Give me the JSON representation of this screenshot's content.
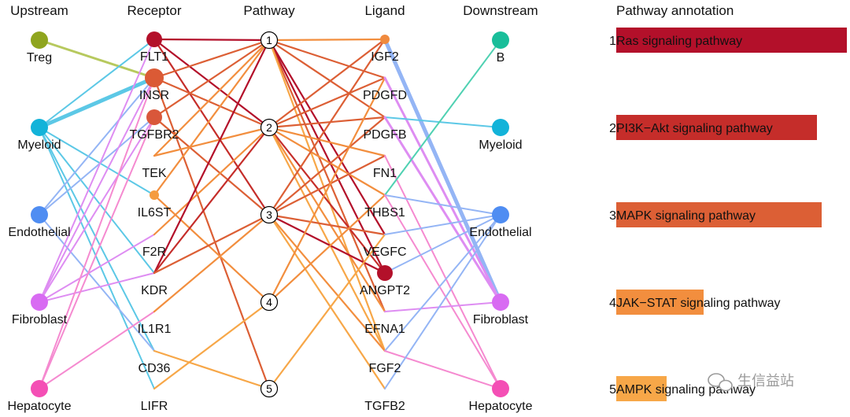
{
  "headers": {
    "upstream": "Upstream",
    "receptor": "Receptor",
    "pathway": "Pathway",
    "ligand": "Ligand",
    "downstream": "Downstream",
    "annotation": "Pathway annotation"
  },
  "upstream": [
    {
      "id": "Treg",
      "label": "Treg",
      "color": "#8FA51E"
    },
    {
      "id": "Myeloid",
      "label": "Myeloid",
      "color": "#13B3D9"
    },
    {
      "id": "Endothelial",
      "label": "Endothelial",
      "color": "#4F8DF2"
    },
    {
      "id": "Fibroblast",
      "label": "Fibroblast",
      "color": "#D86BF2"
    },
    {
      "id": "Hepatocyte",
      "label": "Hepatocyte",
      "color": "#F44FB5"
    }
  ],
  "receptors": [
    {
      "id": "FLT1",
      "label": "FLT1",
      "color": "#B3102A",
      "size": "medium"
    },
    {
      "id": "INSR",
      "label": "INSR",
      "color": "#DB5A35",
      "size": "large"
    },
    {
      "id": "TGFBR2",
      "label": "TGFBR2",
      "color": "#D9573A",
      "size": "medium"
    },
    {
      "id": "TEK",
      "label": "TEK",
      "color": "",
      "size": "none"
    },
    {
      "id": "IL6ST",
      "label": "IL6ST",
      "color": "#F59B3F",
      "size": "small"
    },
    {
      "id": "F2R",
      "label": "F2R",
      "color": "",
      "size": "none"
    },
    {
      "id": "KDR",
      "label": "KDR",
      "color": "",
      "size": "none"
    },
    {
      "id": "IL1R1",
      "label": "IL1R1",
      "color": "",
      "size": "none"
    },
    {
      "id": "CD36",
      "label": "CD36",
      "color": "",
      "size": "none"
    },
    {
      "id": "LIFR",
      "label": "LIFR",
      "color": "",
      "size": "none"
    }
  ],
  "pathways": [
    {
      "id": "1",
      "label": "1"
    },
    {
      "id": "2",
      "label": "2"
    },
    {
      "id": "3",
      "label": "3"
    },
    {
      "id": "4",
      "label": "4"
    },
    {
      "id": "5",
      "label": "5"
    }
  ],
  "ligands": [
    {
      "id": "IGF2",
      "label": "IGF2",
      "color": "#F08A3E",
      "size": "small"
    },
    {
      "id": "PDGFD",
      "label": "PDGFD",
      "color": "",
      "size": "none"
    },
    {
      "id": "PDGFB",
      "label": "PDGFB",
      "color": "",
      "size": "none"
    },
    {
      "id": "FN1",
      "label": "FN1",
      "color": "",
      "size": "none"
    },
    {
      "id": "THBS1",
      "label": "THBS1",
      "color": "",
      "size": "none"
    },
    {
      "id": "VEGFC",
      "label": "VEGFC",
      "color": "",
      "size": "none"
    },
    {
      "id": "ANGPT2",
      "label": "ANGPT2",
      "color": "#B3102A",
      "size": "medium"
    },
    {
      "id": "EFNA1",
      "label": "EFNA1",
      "color": "",
      "size": "none"
    },
    {
      "id": "FGF2",
      "label": "FGF2",
      "color": "",
      "size": "none"
    },
    {
      "id": "TGFB2",
      "label": "TGFB2",
      "color": "",
      "size": "none"
    }
  ],
  "downstream": [
    {
      "id": "B",
      "label": "B",
      "color": "#19BE9A"
    },
    {
      "id": "Myeloid",
      "label": "Myeloid",
      "color": "#13B3D9"
    },
    {
      "id": "Endothelial",
      "label": "Endothelial",
      "color": "#4F8DF2"
    },
    {
      "id": "Fibroblast",
      "label": "Fibroblast",
      "color": "#D86BF2"
    },
    {
      "id": "Hepatocyte",
      "label": "Hepatocyte",
      "color": "#F44FB5"
    }
  ],
  "annotations": [
    {
      "num": "1",
      "text": "Ras signaling pathway",
      "color": "#B3102A",
      "fraction": 1.0
    },
    {
      "num": "2",
      "text": "PI3K−Akt signaling pathway",
      "color": "#C52D2A",
      "fraction": 0.87
    },
    {
      "num": "3",
      "text": "MAPK signaling pathway",
      "color": "#DC5F35",
      "fraction": 0.89
    },
    {
      "num": "4",
      "text": "JAK−STAT signaling pathway",
      "color": "#F28E3E",
      "fraction": 0.38
    },
    {
      "num": "5",
      "text": "AMPK signaling pathway",
      "color": "#F7A748",
      "fraction": 0.22
    }
  ],
  "up_edges": [
    {
      "from": "Treg",
      "to": "INSR",
      "color": "#B7C95E",
      "width": 3
    },
    {
      "from": "Myeloid",
      "to": "FLT1",
      "color": "#5CC8E6",
      "width": 2
    },
    {
      "from": "Myeloid",
      "to": "INSR",
      "color": "#5CC8E6",
      "width": 5
    },
    {
      "from": "Myeloid",
      "to": "IL6ST",
      "color": "#5CC8E6",
      "width": 2
    },
    {
      "from": "Myeloid",
      "to": "KDR",
      "color": "#5CC8E6",
      "width": 2
    },
    {
      "from": "Myeloid",
      "to": "CD36",
      "color": "#5CC8E6",
      "width": 2
    },
    {
      "from": "Myeloid",
      "to": "LIFR",
      "color": "#5CC8E6",
      "width": 2
    },
    {
      "from": "Endothelial",
      "to": "INSR",
      "color": "#94B5F5",
      "width": 2
    },
    {
      "from": "Endothelial",
      "to": "TGFBR2",
      "color": "#94B5F5",
      "width": 2
    },
    {
      "from": "Endothelial",
      "to": "CD36",
      "color": "#94B5F5",
      "width": 2
    },
    {
      "from": "Fibroblast",
      "to": "FLT1",
      "color": "#DE8DF2",
      "width": 2
    },
    {
      "from": "Fibroblast",
      "to": "INSR",
      "color": "#DE8DF2",
      "width": 2
    },
    {
      "from": "Fibroblast",
      "to": "TGFBR2",
      "color": "#DE8DF2",
      "width": 2
    },
    {
      "from": "Fibroblast",
      "to": "F2R",
      "color": "#DE8DF2",
      "width": 2
    },
    {
      "from": "Fibroblast",
      "to": "KDR",
      "color": "#DE8DF2",
      "width": 2
    },
    {
      "from": "Hepatocyte",
      "to": "INSR",
      "color": "#F58AD0",
      "width": 2
    },
    {
      "from": "Hepatocyte",
      "to": "TGFBR2",
      "color": "#F58AD0",
      "width": 2
    },
    {
      "from": "Hepatocyte",
      "to": "IL1R1",
      "color": "#F58AD0",
      "width": 2
    }
  ],
  "rp_edges": [
    {
      "from": "FLT1",
      "to": "1",
      "color": "#B3102A"
    },
    {
      "from": "FLT1",
      "to": "2",
      "color": "#B3102A"
    },
    {
      "from": "FLT1",
      "to": "3",
      "color": "#C52D2A"
    },
    {
      "from": "INSR",
      "to": "1",
      "color": "#DC5F35"
    },
    {
      "from": "INSR",
      "to": "2",
      "color": "#DC5F35"
    },
    {
      "from": "INSR",
      "to": "5",
      "color": "#DC5F35"
    },
    {
      "from": "TGFBR2",
      "to": "1",
      "color": "#DC5F35"
    },
    {
      "from": "TGFBR2",
      "to": "3",
      "color": "#DC5F35"
    },
    {
      "from": "TEK",
      "to": "1",
      "color": "#F28E3E"
    },
    {
      "from": "TEK",
      "to": "2",
      "color": "#F28E3E"
    },
    {
      "from": "IL6ST",
      "to": "1",
      "color": "#F28E3E"
    },
    {
      "from": "IL6ST",
      "to": "4",
      "color": "#F28E3E"
    },
    {
      "from": "F2R",
      "to": "2",
      "color": "#F28E3E"
    },
    {
      "from": "KDR",
      "to": "1",
      "color": "#B3102A"
    },
    {
      "from": "KDR",
      "to": "2",
      "color": "#C52D2A"
    },
    {
      "from": "KDR",
      "to": "3",
      "color": "#DC5F35"
    },
    {
      "from": "IL1R1",
      "to": "3",
      "color": "#F28E3E"
    },
    {
      "from": "CD36",
      "to": "5",
      "color": "#F7A748"
    },
    {
      "from": "LIFR",
      "to": "4",
      "color": "#F7A748"
    }
  ],
  "pl_edges": [
    {
      "from": "1",
      "to": "IGF2",
      "color": "#F28E3E"
    },
    {
      "from": "1",
      "to": "PDGFD",
      "color": "#DC5F35"
    },
    {
      "from": "1",
      "to": "PDGFB",
      "color": "#DC5F35"
    },
    {
      "from": "1",
      "to": "VEGFC",
      "color": "#B3102A"
    },
    {
      "from": "1",
      "to": "ANGPT2",
      "color": "#B3102A"
    },
    {
      "from": "1",
      "to": "EFNA1",
      "color": "#DC5F35"
    },
    {
      "from": "1",
      "to": "FGF2",
      "color": "#F7A748"
    },
    {
      "from": "2",
      "to": "IGF2",
      "color": "#DC5F35"
    },
    {
      "from": "2",
      "to": "PDGFD",
      "color": "#DC5F35"
    },
    {
      "from": "2",
      "to": "PDGFB",
      "color": "#DC5F35"
    },
    {
      "from": "2",
      "to": "FN1",
      "color": "#F28E3E"
    },
    {
      "from": "2",
      "to": "THBS1",
      "color": "#F28E3E"
    },
    {
      "from": "2",
      "to": "ANGPT2",
      "color": "#C52D2A"
    },
    {
      "from": "2",
      "to": "EFNA1",
      "color": "#F28E3E"
    },
    {
      "from": "2",
      "to": "FGF2",
      "color": "#F7A748"
    },
    {
      "from": "3",
      "to": "IGF2",
      "color": "#DC5F35"
    },
    {
      "from": "3",
      "to": "PDGFB",
      "color": "#DC5F35"
    },
    {
      "from": "3",
      "to": "FN1",
      "color": "#DC5F35"
    },
    {
      "from": "3",
      "to": "VEGFC",
      "color": "#DC5F35"
    },
    {
      "from": "3",
      "to": "ANGPT2",
      "color": "#B3102A"
    },
    {
      "from": "3",
      "to": "FGF2",
      "color": "#F28E3E"
    },
    {
      "from": "3",
      "to": "TGFB2",
      "color": "#F7A748"
    },
    {
      "from": "4",
      "to": "PDGFD",
      "color": "#F28E3E"
    },
    {
      "from": "4",
      "to": "THBS1",
      "color": "#F28E3E"
    },
    {
      "from": "5",
      "to": "VEGFC",
      "color": "#F7A748"
    }
  ],
  "down_edges": [
    {
      "from": "IGF2",
      "to": "Fibroblast",
      "color": "#94B5F5",
      "width": 5
    },
    {
      "from": "PDGFD",
      "to": "Fibroblast",
      "color": "#DE8DF2",
      "width": 3
    },
    {
      "from": "PDGFB",
      "to": "Myeloid",
      "color": "#5CC8E6",
      "width": 2
    },
    {
      "from": "PDGFB",
      "to": "Fibroblast",
      "color": "#DE8DF2",
      "width": 3
    },
    {
      "from": "FN1",
      "to": "Hepatocyte",
      "color": "#F58AD0",
      "width": 2
    },
    {
      "from": "THBS1",
      "to": "B",
      "color": "#4FD1B2",
      "width": 2
    },
    {
      "from": "THBS1",
      "to": "Endothelial",
      "color": "#94B5F5",
      "width": 2
    },
    {
      "from": "THBS1",
      "to": "Hepatocyte",
      "color": "#F58AD0",
      "width": 2
    },
    {
      "from": "VEGFC",
      "to": "Endothelial",
      "color": "#94B5F5",
      "width": 2
    },
    {
      "from": "ANGPT2",
      "to": "Endothelial",
      "color": "#94B5F5",
      "width": 2
    },
    {
      "from": "EFNA1",
      "to": "Fibroblast",
      "color": "#DE8DF2",
      "width": 2
    },
    {
      "from": "FGF2",
      "to": "Endothelial",
      "color": "#94B5F5",
      "width": 2
    },
    {
      "from": "FGF2",
      "to": "Hepatocyte",
      "color": "#F58AD0",
      "width": 2
    },
    {
      "from": "TGFB2",
      "to": "Endothelial",
      "color": "#94B5F5",
      "width": 2
    }
  ],
  "watermark": "生信益站"
}
